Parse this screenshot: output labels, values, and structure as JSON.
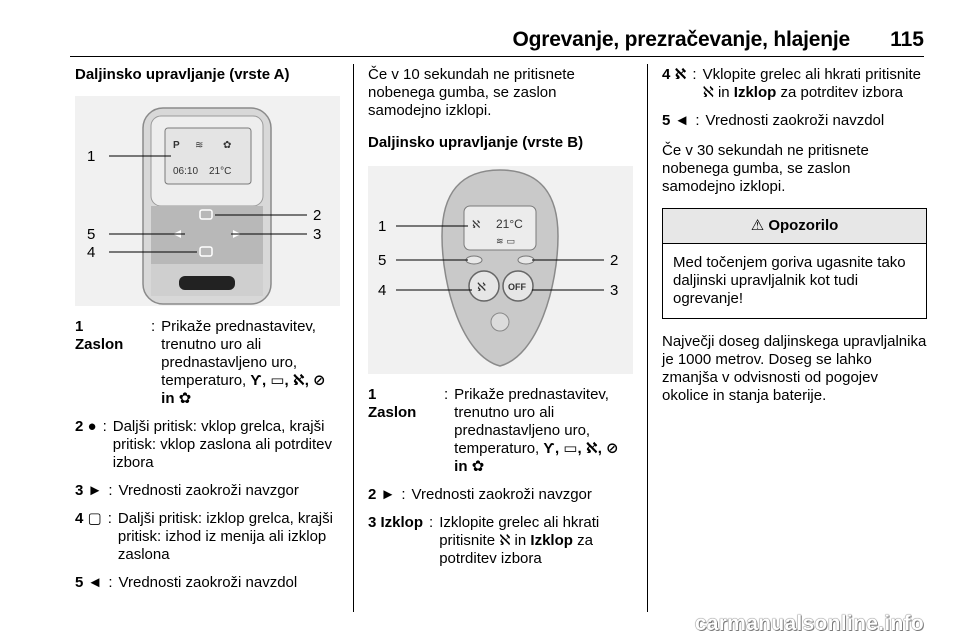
{
  "header": {
    "title": "Ogrevanje, prezračevanje, hlajenje",
    "page": "115"
  },
  "col1": {
    "heading": "Daljinsko upravljanje (vrste A)",
    "figure_labels": [
      "1",
      "2",
      "3",
      "4",
      "5"
    ],
    "display_p": "P",
    "display_time": "06:10",
    "display_temp": "21°C",
    "entries": [
      {
        "term_num": "1",
        "term_name": "Zaslon",
        "sep": ":",
        "desc_a": "Prikaže prednastavitev, trenutno uro ali prednastavljeno uro, temperaturo,",
        "icons": "Ƴ, ▭, ℵ, ⊘",
        "desc_b": "in ✿"
      },
      {
        "term": "2 ●",
        "sep": ":",
        "desc": "Daljši pritisk: vklop grelca, krajši pritisk: vklop zaslona ali potrditev izbora"
      },
      {
        "term": "3 ►",
        "sep": ":",
        "desc": "Vrednosti zaokroži navzgor"
      },
      {
        "term": "4 ▢",
        "sep": ":",
        "desc": "Daljši pritisk: izklop grelca, krajši pritisk: izhod iz menija ali izklop zaslona"
      },
      {
        "term": "5 ◄",
        "sep": ":",
        "desc": "Vrednosti zaokroži navzdol"
      }
    ]
  },
  "col2": {
    "intro": "Če v 10 sekundah ne pritisnete nobenega gumba, se zaslon samodejno izklopi.",
    "heading": "Daljinsko upravljanje (vrste B)",
    "figure_labels": [
      "1",
      "2",
      "3",
      "4",
      "5"
    ],
    "display_temp": "21°C",
    "off_label": "OFF",
    "entries": [
      {
        "term_num": "1",
        "term_name": "Zaslon",
        "sep": ":",
        "desc_a": "Prikaže prednastavitev, trenutno uro ali prednastavljeno uro, temperaturo,",
        "icons": "Ƴ, ▭, ℵ, ⊘",
        "desc_b": "in ✿"
      },
      {
        "term": "2 ►",
        "sep": ":",
        "desc": "Vrednosti zaokroži navzgor"
      },
      {
        "term": "3 Izklop",
        "sep": ":",
        "desc_pre": "Izklopite grelec ali hkrati pritisnite ℵ in ",
        "desc_bold": "Izklop",
        "desc_post": " za potrditev izbora"
      }
    ]
  },
  "col3": {
    "entries": [
      {
        "term": "4 ℵ",
        "sep": ":",
        "desc_pre": "Vklopite grelec ali hkrati pritisnite ℵ in ",
        "desc_bold": "Izklop",
        "desc_post": " za potrditev izbora"
      },
      {
        "term": "5 ◄",
        "sep": ":",
        "desc": "Vrednosti zaokroži navzdol"
      }
    ],
    "para1": "Če v 30 sekundah ne pritisnete nobenega gumba, se zaslon samodejno izklopi.",
    "warning_title": "Opozorilo",
    "warning_body": "Med točenjem goriva ugasnite tako daljinski upravljalnik kot tudi ogrevanje!",
    "para2": "Največji doseg daljinskega upravljalnika je 1000 metrov. Doseg se lahko zmanjša v odvisnosti od pogojev okolice in stanja baterije."
  },
  "watermark": "carmanualsonline.info"
}
